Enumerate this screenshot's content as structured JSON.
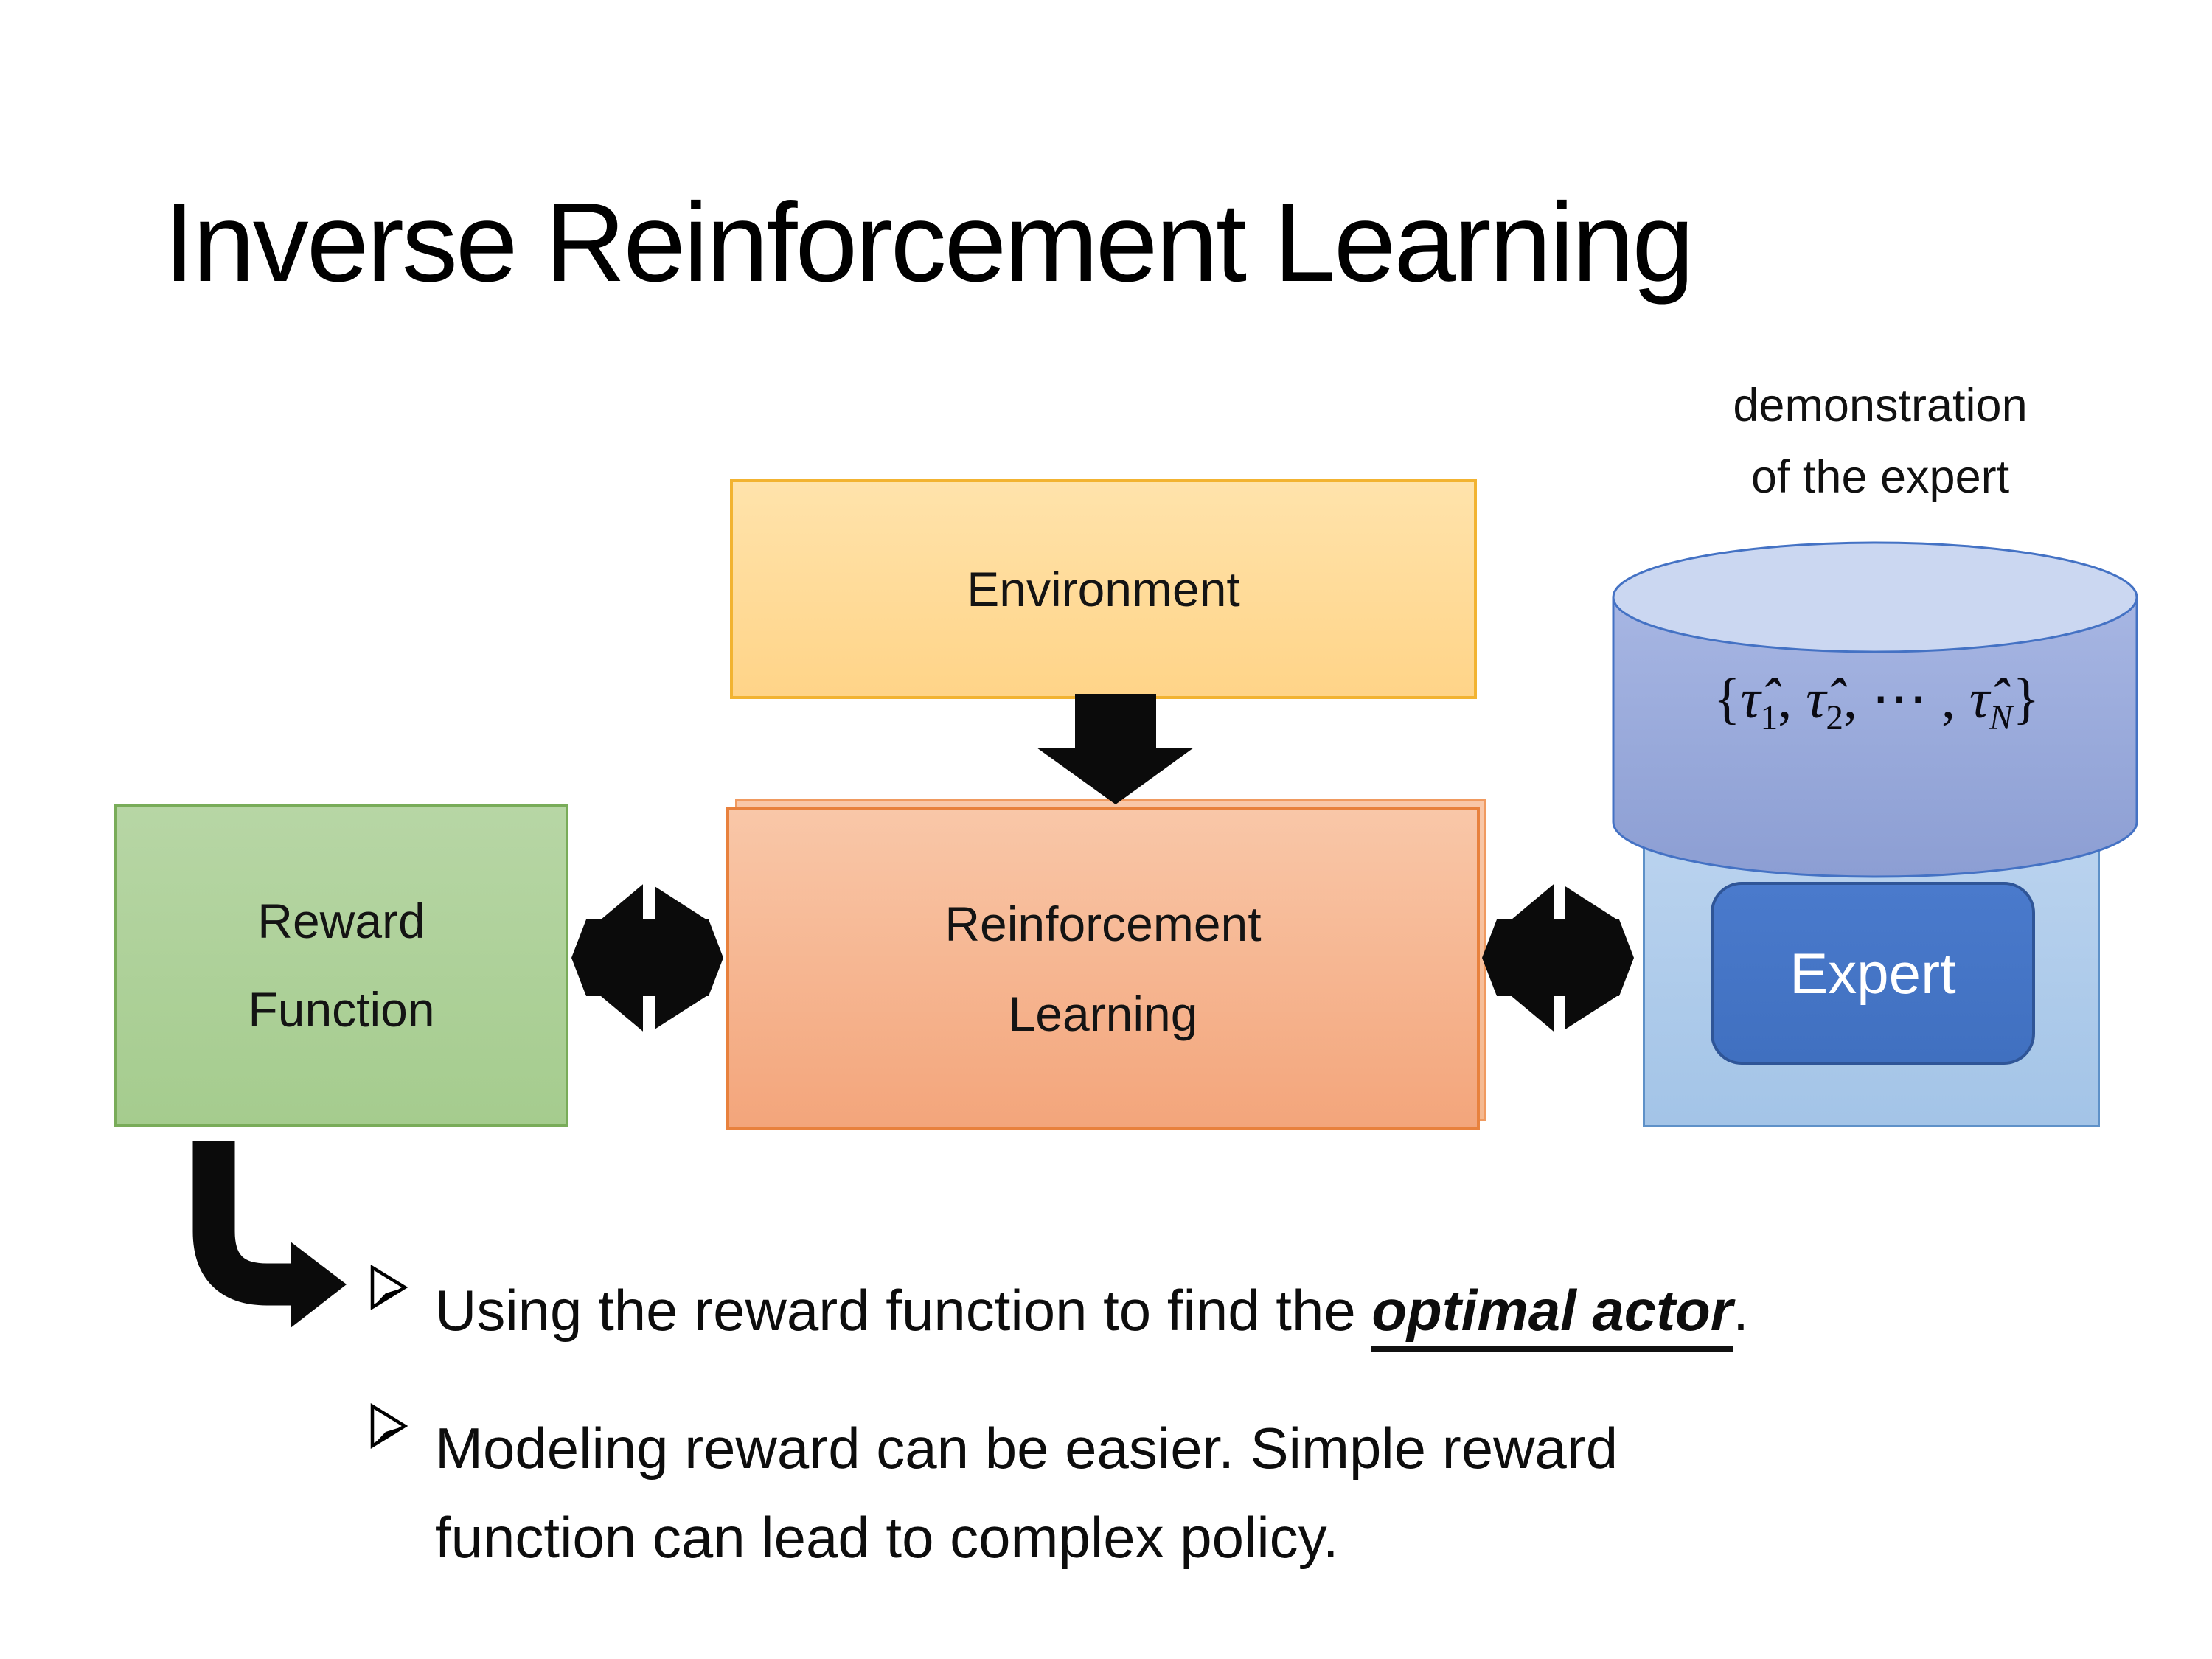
{
  "slide": {
    "title": "Inverse Reinforcement Learning"
  },
  "demo_label": {
    "lines": [
      "demonstration",
      "of the expert"
    ]
  },
  "boxes": {
    "environment": {
      "label": "Environment"
    },
    "reward_function": {
      "label_lines": [
        "Reward",
        "Function"
      ]
    },
    "reinforcement_learning": {
      "label_lines": [
        "Reinforcement",
        "Learning"
      ]
    },
    "expert": {
      "label": "Expert"
    }
  },
  "dataset_cylinder": {
    "formula": {
      "open": "{",
      "t1": "τ̂",
      "s1": "1",
      "c1": ", ",
      "t2": "τ̂",
      "s2": "2",
      "c2": ", ",
      "dots": "⋯",
      "c3": " , ",
      "t3": "τ̂",
      "s3": "N",
      "close": "}"
    }
  },
  "bullets": [
    {
      "prefix": "Using the reward function to find the ",
      "emphasis": "optimal actor",
      "suffix": "."
    },
    {
      "text": "Modeling reward can be easier. Simple reward function can lead to complex policy."
    }
  ],
  "icons": {
    "down_arrow": "down-arrow-icon",
    "exchange_arrow_left": "exchange-arrows-icon",
    "exchange_arrow_right": "exchange-arrows-icon",
    "elbow_arrow": "elbow-arrow-icon",
    "bullet_marker": "arrowhead-bullet-icon",
    "database": "database-cylinder"
  },
  "colors": {
    "environment_fill": "#FFD488",
    "environment_border": "#F2B331",
    "reward_fill": "#A5CC8E",
    "reward_border": "#79AC59",
    "rl_fill": "#F3A57B",
    "rl_border": "#E8813D",
    "expert_outer_fill": "#A3C4E7",
    "expert_inner_fill": "#4472C4",
    "expert_inner_border": "#2F5597",
    "cylinder_body": "#8C9ED3",
    "cylinder_top": "#CBD7F1",
    "cylinder_stroke": "#4472C4",
    "arrow_black": "#0B0B0B",
    "text_black": "#0D0D0D",
    "background": "#FFFFFF"
  }
}
